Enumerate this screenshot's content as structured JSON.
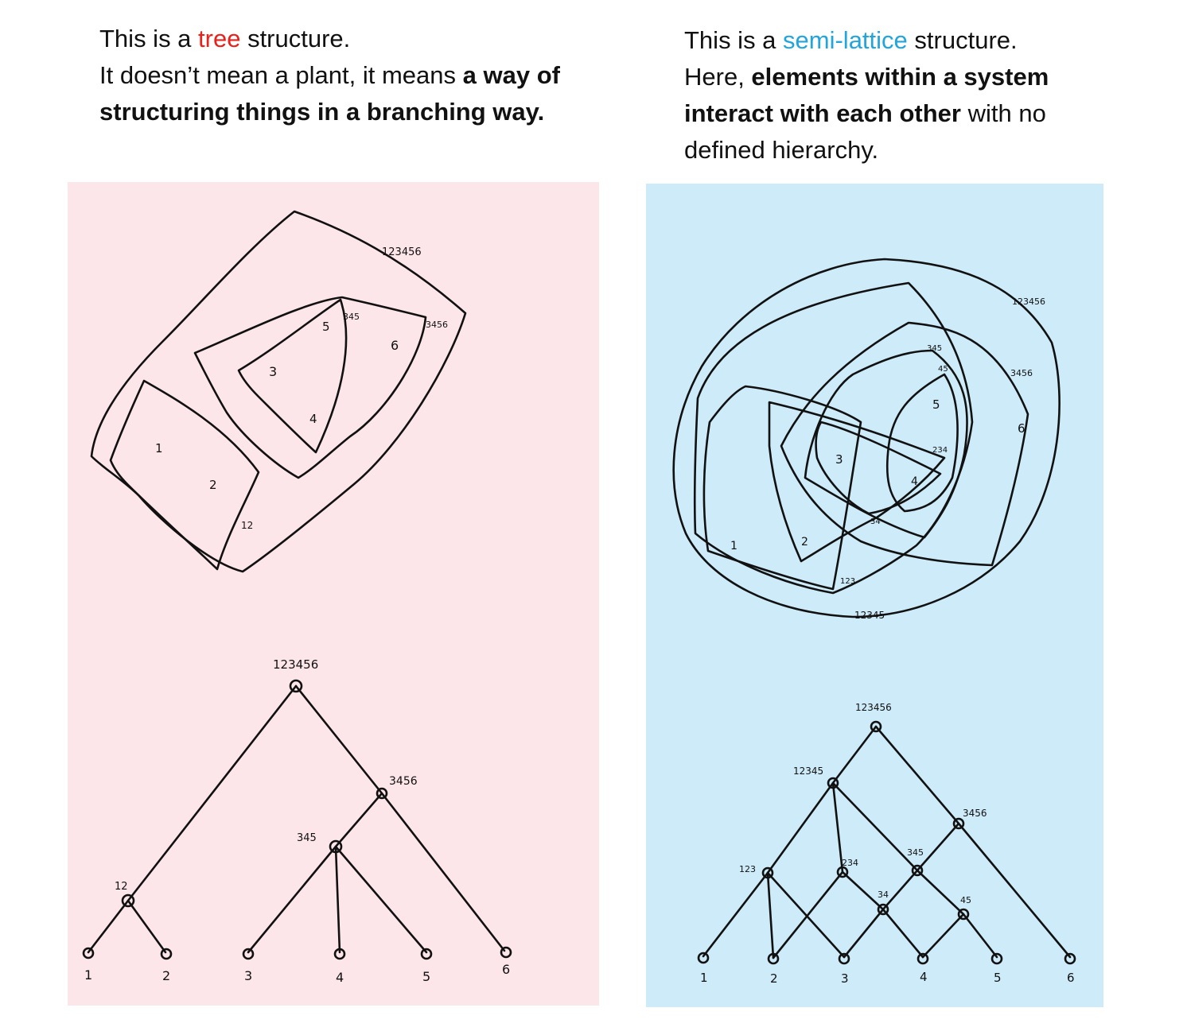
{
  "left_caption": {
    "line1_pre": "This is a ",
    "line1_key": "tree",
    "line1_post": " structure.",
    "line2_pre": "It doesn’t mean a plant, it means ",
    "line2_bold": "a way of structuring things in a branching way.",
    "key_color": "#e8221b"
  },
  "right_caption": {
    "line1_pre": "This is a ",
    "line1_key": "semi-lattice",
    "line1_post": " structure.",
    "line2_pre": "Here, ",
    "line2_bold": "elements within a system interact with each other",
    "line2_post": " with no defined hierarchy.",
    "key_color": "#22a4dc"
  },
  "tree_panel": {
    "background": "#fde6e9",
    "venn_labels": {
      "all": "123456",
      "s3456": "3456",
      "s345": "345",
      "s12": "12",
      "e1": "1",
      "e2": "2",
      "e3": "3",
      "e4": "4",
      "e5": "5",
      "e6": "6"
    },
    "tree_labels": {
      "root": "123456",
      "n3456": "3456",
      "n345": "345",
      "n12": "12",
      "leaves": [
        "1",
        "2",
        "3",
        "4",
        "5",
        "6"
      ]
    }
  },
  "lattice_panel": {
    "background": "#cdebf8",
    "venn_labels": {
      "all": "123456",
      "s3456": "3456",
      "s345": "345",
      "s45": "45",
      "s234": "234",
      "s34": "34",
      "s123": "123",
      "s12345": "12345",
      "e1": "1",
      "e2": "2",
      "e3": "3",
      "e4": "4",
      "e5": "5",
      "e6": "6"
    },
    "lattice_labels": {
      "root": "123456",
      "n12345": "12345",
      "n3456": "3456",
      "n123": "123",
      "n234": "234",
      "n345": "345",
      "n34": "34",
      "n45": "45",
      "leaves": [
        "1",
        "2",
        "3",
        "4",
        "5",
        "6"
      ]
    }
  }
}
